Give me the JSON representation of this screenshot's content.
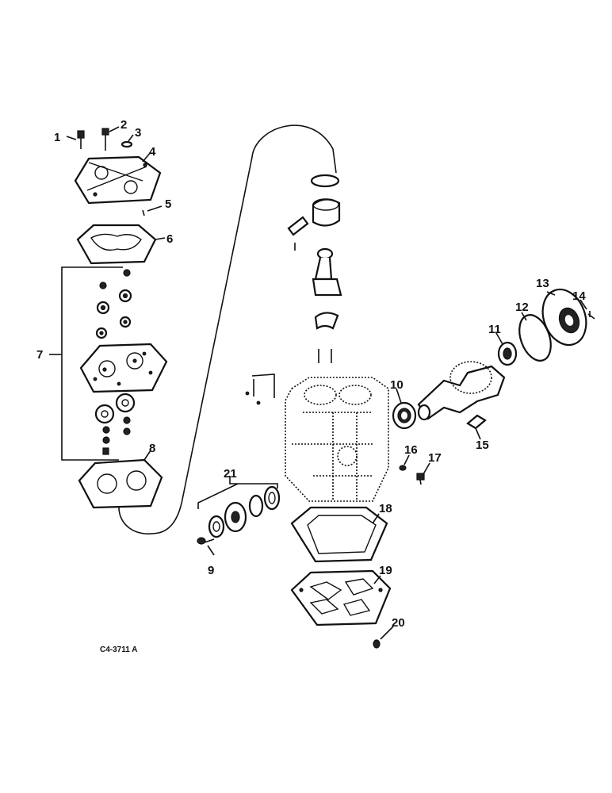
{
  "diagram": {
    "callouts": [
      "1",
      "2",
      "3",
      "4",
      "5",
      "6",
      "7",
      "8",
      "9",
      "10",
      "11",
      "12",
      "13",
      "14",
      "15",
      "16",
      "17",
      "18",
      "19",
      "20",
      "21"
    ],
    "drawing_code": "C4-3711 A"
  }
}
